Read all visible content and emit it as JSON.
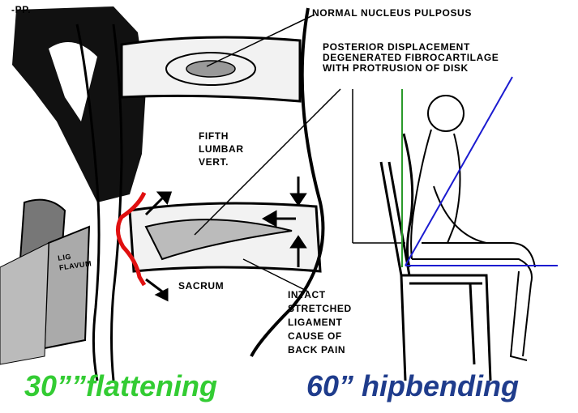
{
  "labels": {
    "top_scribble": "-PP.",
    "normal_nucleus": "NORMAL NUCLEUS PULPOSUS",
    "posterior": "POSTERIOR DISPLACEMENT\nDEGENERATED FIBROCARTILAGE\nWITH PROTRUSION OF DISK",
    "fifth_lumbar": "FIFTH\nLUMBAR\nVERT.",
    "sacrum": "SACRUM",
    "intact": "INTACT\nSTRETCHED\nLIGAMENT\nCAUSE OF\nBACK PAIN",
    "lig_flavum": "LIG\nFLAVUM"
  },
  "captions": {
    "flattening": "30””flattening",
    "hipbending": "60” hipbending"
  },
  "colors": {
    "flattening": "#33cc33",
    "hipbending": "#1f3c8c",
    "protrusion_line": "#e01010",
    "angle_line": "#1b1bd0",
    "vertical_line": "#2a9a2a"
  }
}
